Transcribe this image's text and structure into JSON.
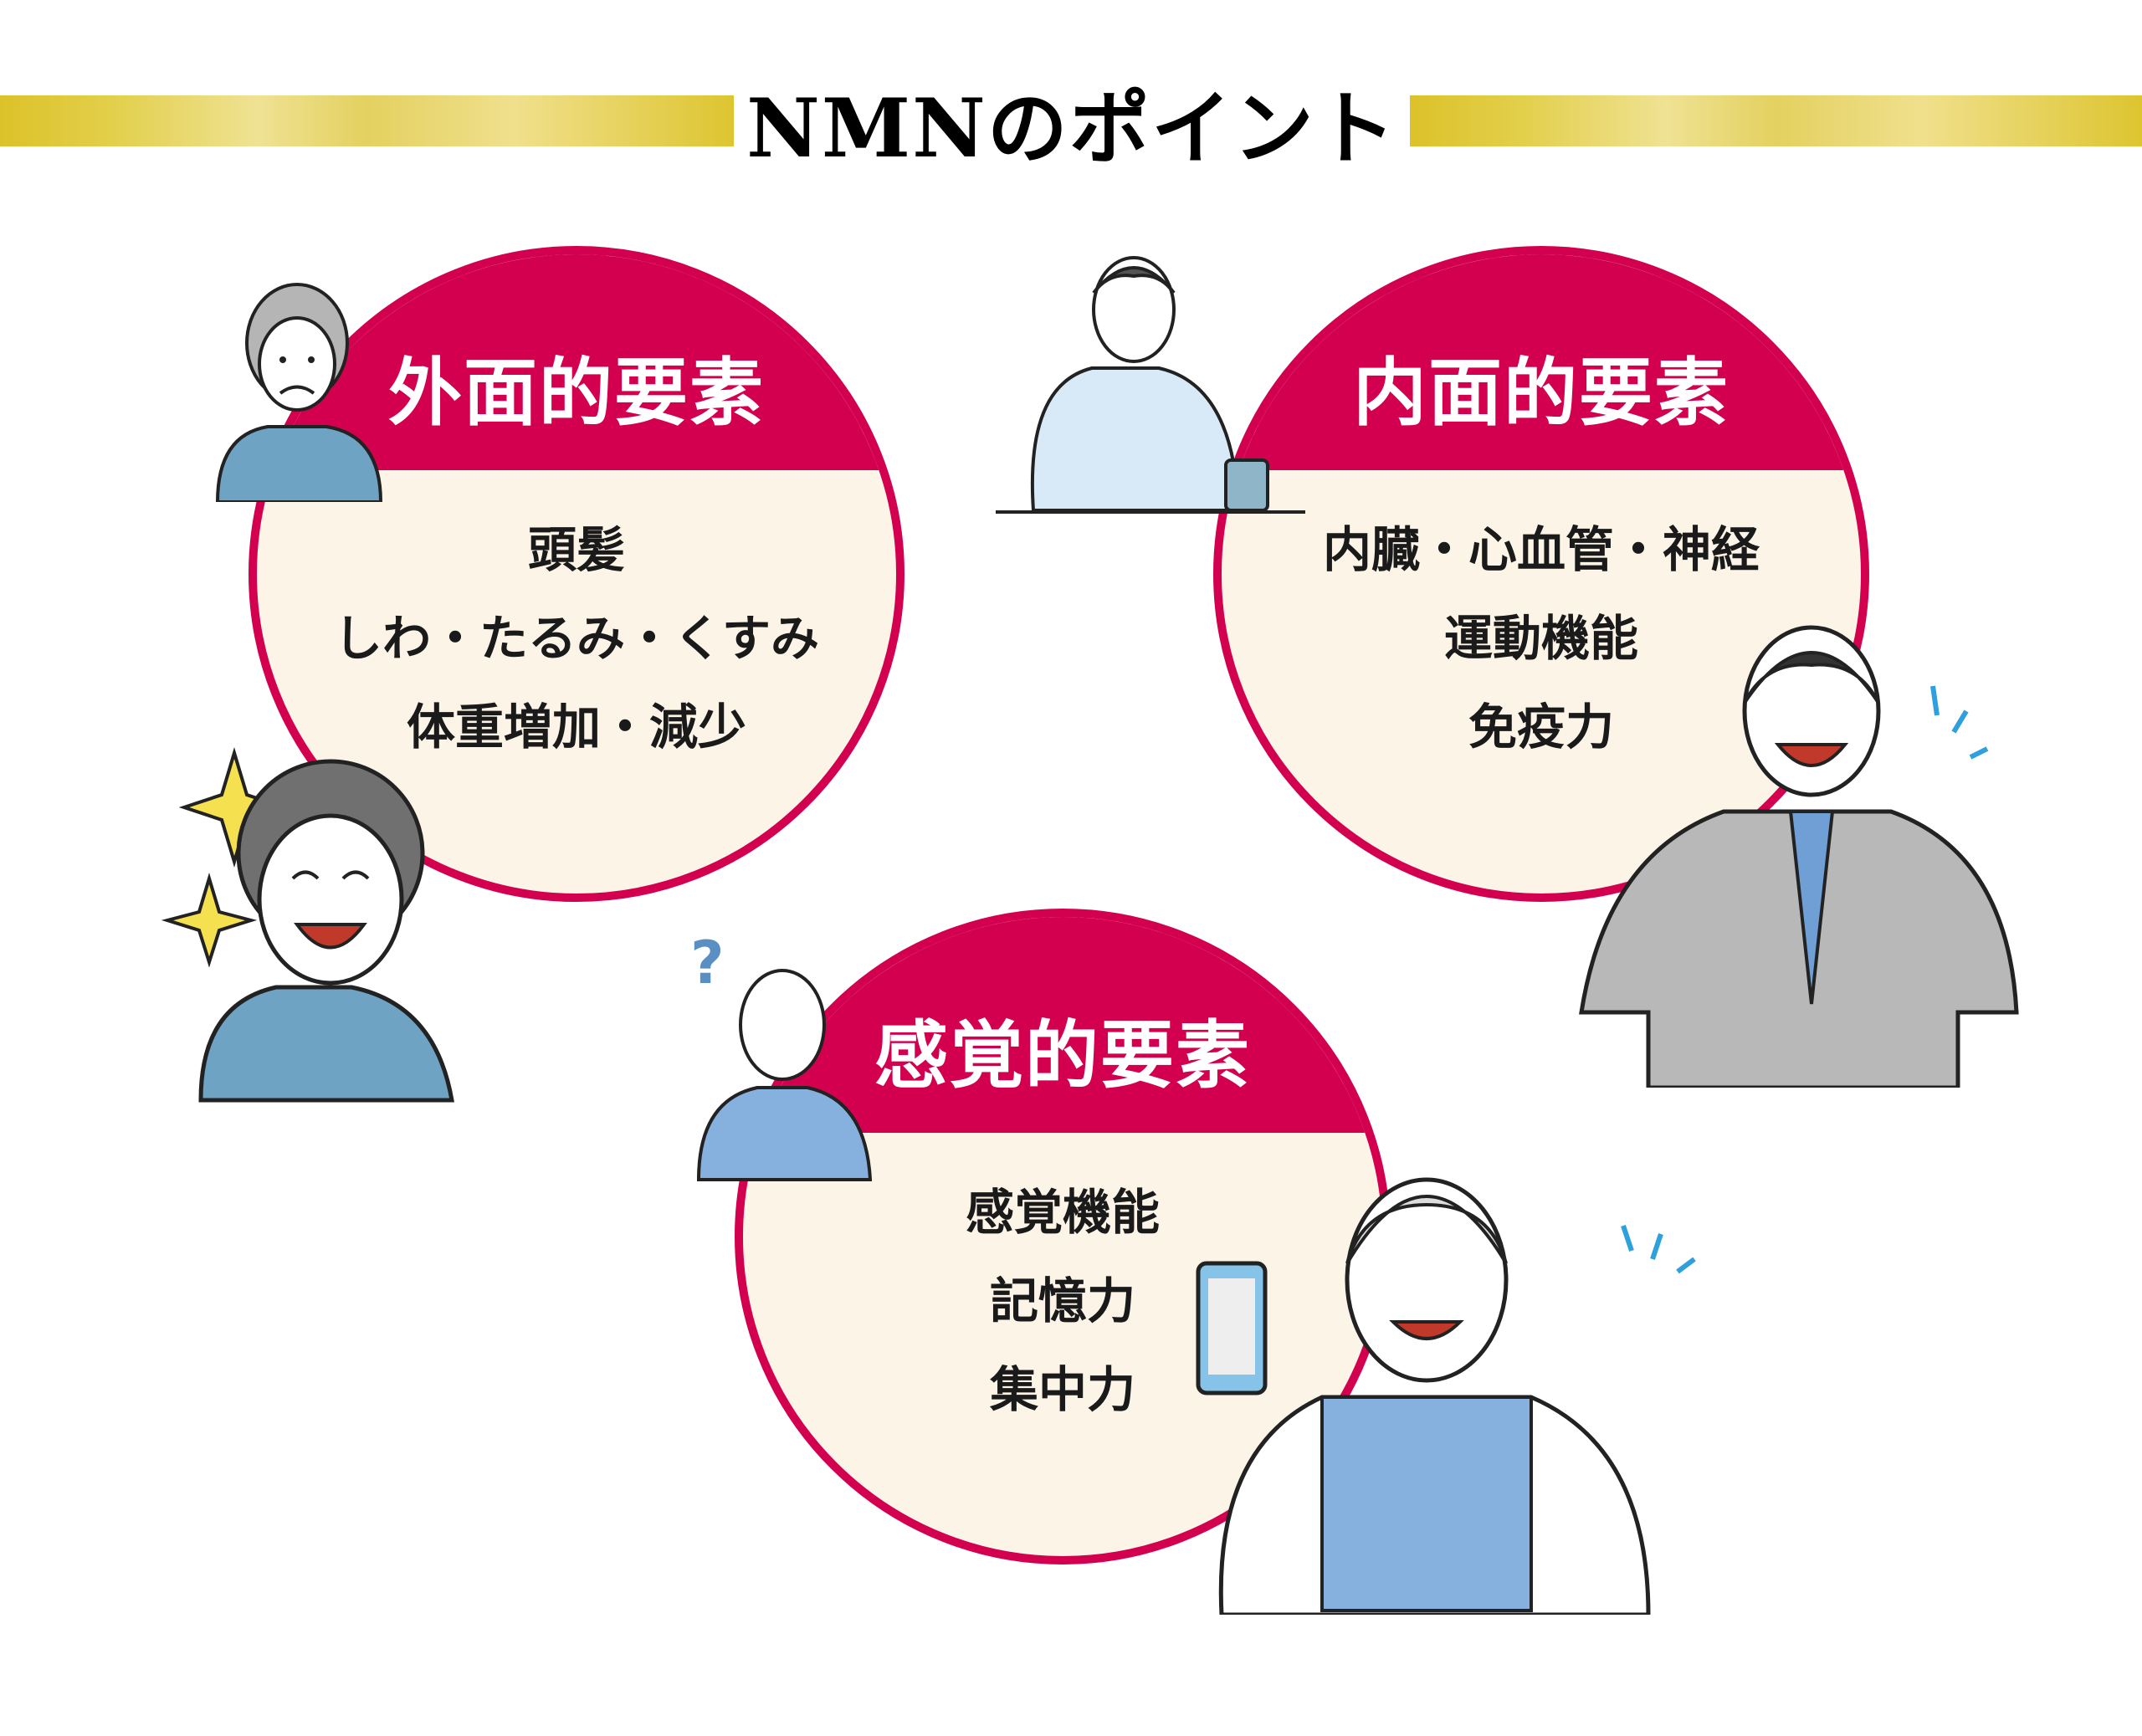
{
  "title": "NMNのポイント",
  "colors": {
    "accent": "#d3004f",
    "panel": "#fdf4e8",
    "gold": "#dcc22a"
  },
  "sections": [
    {
      "heading": "外面的要素",
      "items": [
        "頭髪",
        "しわ・たるみ・くすみ",
        "体重増加・減少"
      ]
    },
    {
      "heading": "内面的要素",
      "items": [
        "内臓・心血管・神経",
        "運動機能",
        "免疫力"
      ]
    },
    {
      "heading": "感覚的要素",
      "items": [
        "感覚機能",
        "記憶力",
        "集中力"
      ]
    }
  ]
}
